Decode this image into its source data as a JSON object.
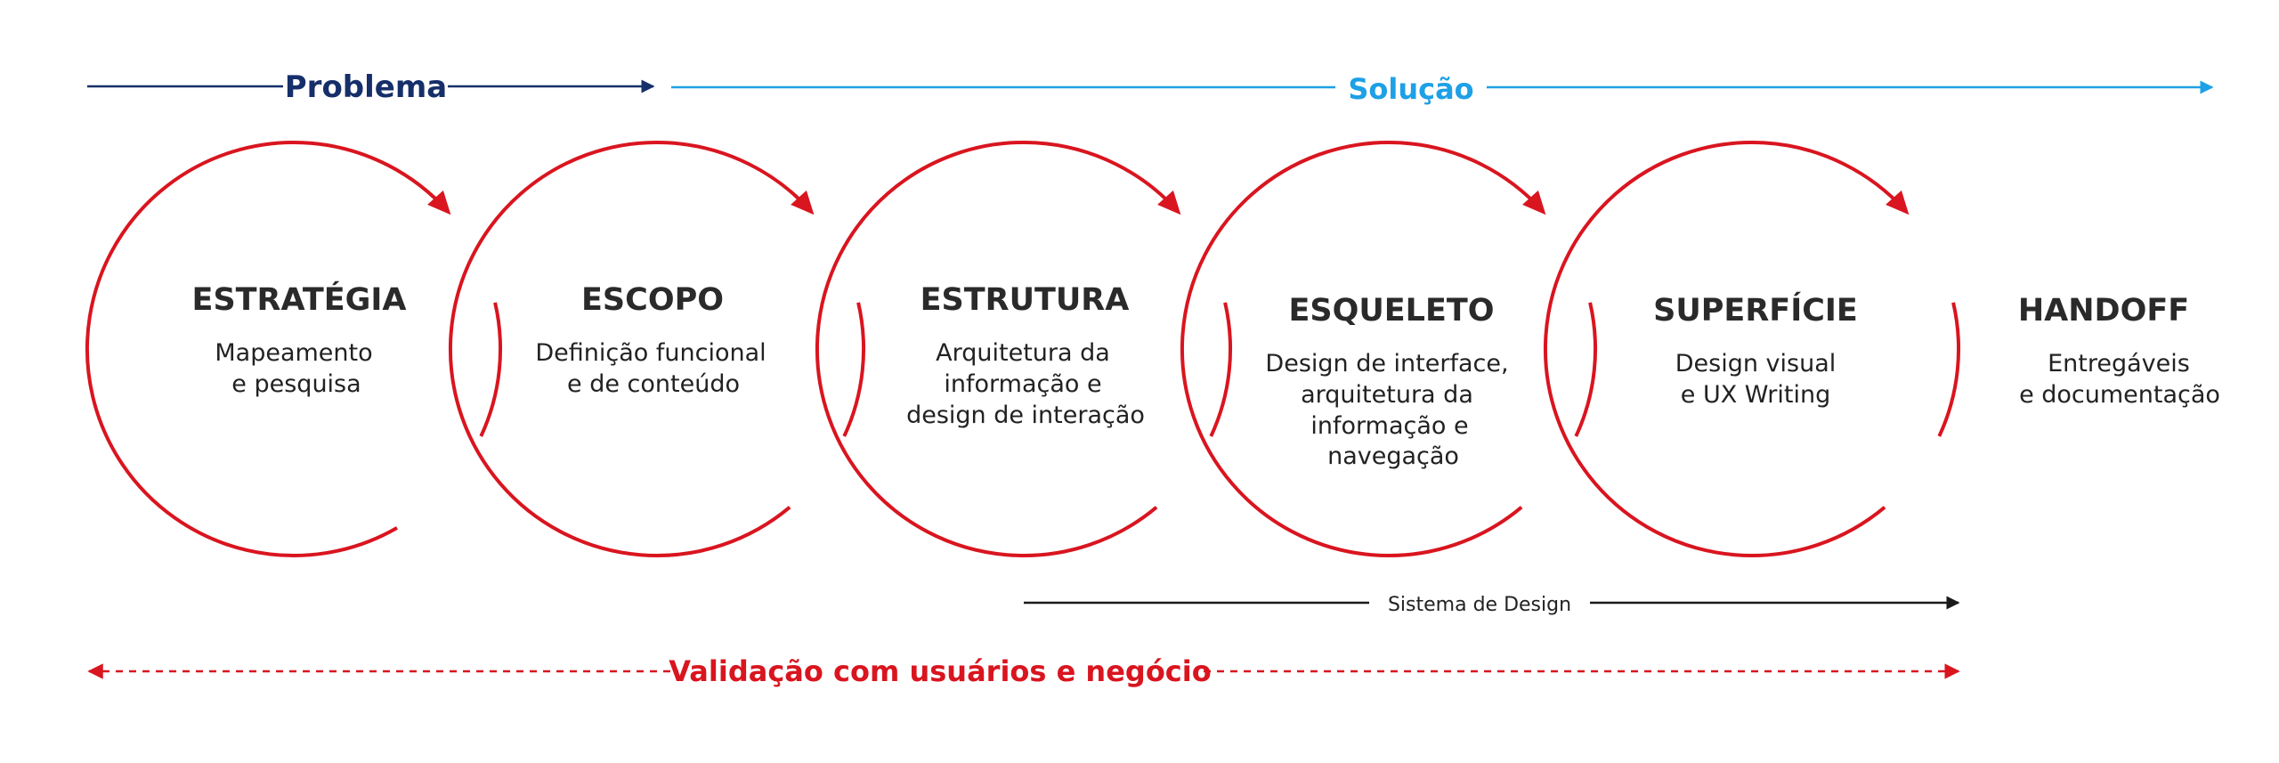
{
  "colors": {
    "problem": "#162f6a",
    "solution": "#1ea0e6",
    "circle": "#d9151f",
    "system": "#1a1a1a",
    "validation": "#d9151f",
    "text": "#2a2a2a"
  },
  "header": {
    "problem_label": "Problema",
    "solution_label": "Solução"
  },
  "phases": [
    {
      "title": "ESTRATÉGIA",
      "description": [
        "Mapeamento",
        "e pesquisa"
      ]
    },
    {
      "title": "ESCOPO",
      "description": [
        "Definição funcional",
        "e de conteúdo"
      ]
    },
    {
      "title": "ESTRUTURA",
      "description": [
        "Arquitetura da",
        "informação e",
        "design de interação"
      ]
    },
    {
      "title": "ESQUELETO",
      "description": [
        "Design de interface,",
        "arquitetura da",
        "informação e",
        "navegação"
      ]
    },
    {
      "title": "SUPERFÍCIE",
      "description": [
        "Design visual",
        "e UX Writing"
      ]
    },
    {
      "title": "HANDOFF",
      "description": [
        "Entregáveis",
        "e documentação"
      ]
    }
  ],
  "footer": {
    "system_label": "Sistema de Design",
    "validation_label": "Validação com usuários e negócio"
  }
}
